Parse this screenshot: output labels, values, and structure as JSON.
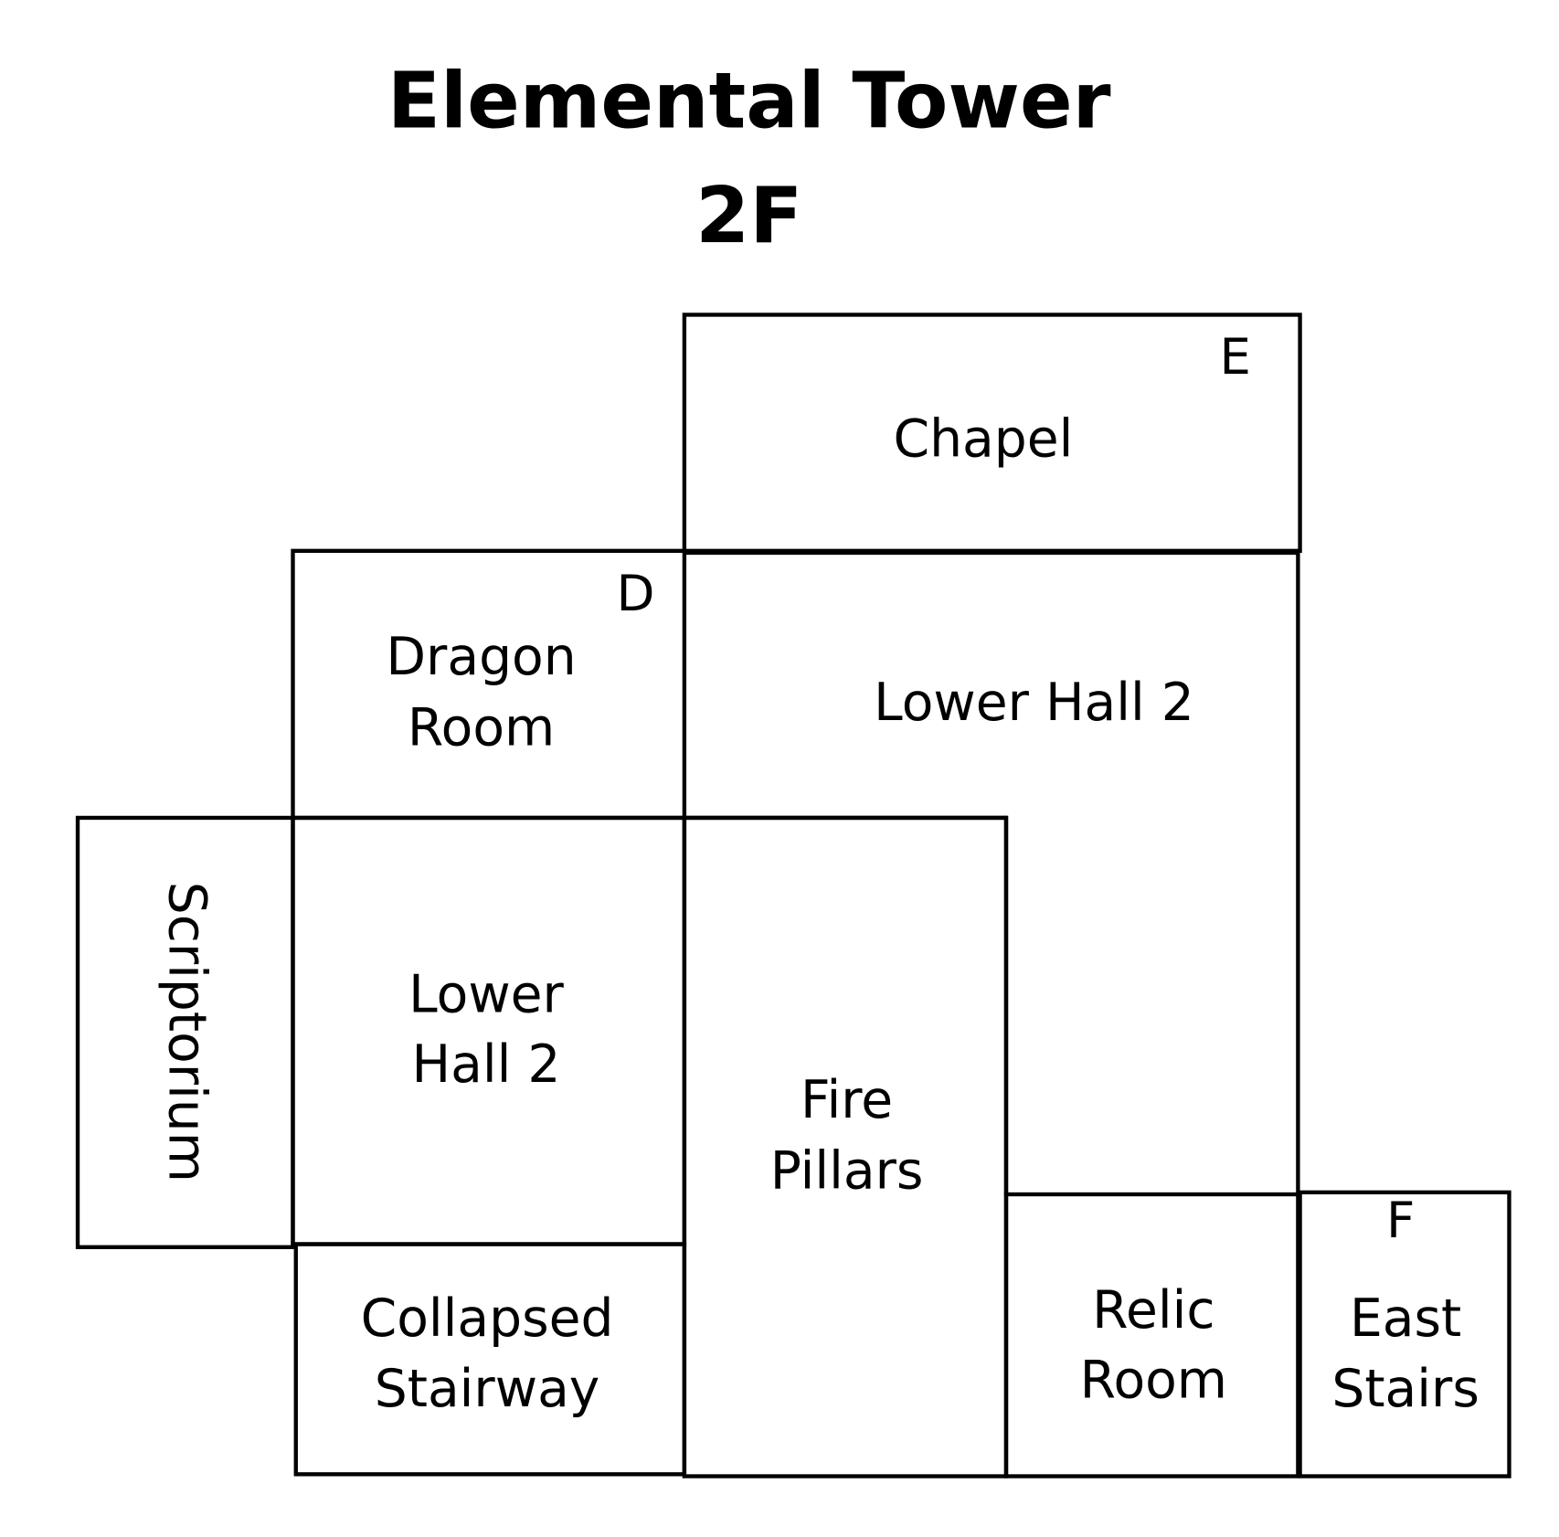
{
  "title": {
    "line1": "Elemental Tower",
    "line2": "2F"
  },
  "rooms": {
    "chapel": {
      "label": "Chapel",
      "marker": "E"
    },
    "lower_hall_2_upper": {
      "label": "Lower Hall 2"
    },
    "dragon_room": {
      "line1": "Dragon",
      "line2": "Room",
      "marker": "D"
    },
    "scriptorium": {
      "label": "Scriptorium"
    },
    "lower_hall_2_left": {
      "line1": "Lower",
      "line2": "Hall 2"
    },
    "fire_pillars": {
      "line1": "Fire",
      "line2": "Pillars"
    },
    "collapsed_stairway": {
      "line1": "Collapsed",
      "line2": "Stairway"
    },
    "relic_room": {
      "line1": "Relic",
      "line2": "Room"
    },
    "east_stairs": {
      "line1": "East",
      "line2": "Stairs",
      "marker": "F"
    }
  }
}
